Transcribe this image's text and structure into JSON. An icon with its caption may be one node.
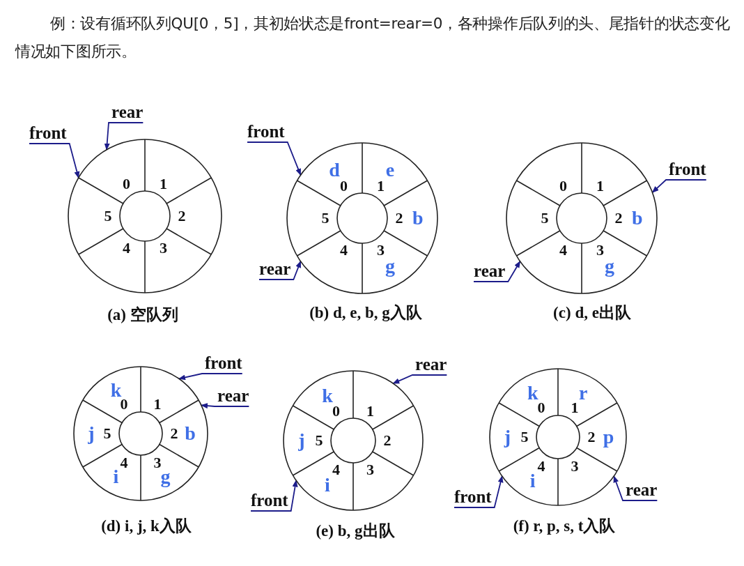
{
  "diagram": {
    "title": "例：设有循环队列QU[0，5]，其初始状态是front=rear=0，各种操作后队列的头、尾指针的状态变化情况如下图所示。",
    "nodes": [
      {
        "text": [
          "0",
          "1",
          "2",
          "3",
          "4",
          "5"
        ],
        "beside": [
          "(a) 空队列"
        ]
      },
      {
        "text": [
          "front"
        ]
      },
      {
        "text": [
          "rear"
        ]
      },
      {
        "text": [
          "0",
          "1",
          "2",
          "3",
          "4",
          "5",
          "d",
          "e",
          "b",
          "g"
        ],
        "beside": [
          "(b) d, e, b, g入队"
        ]
      },
      {
        "text": [
          "front"
        ]
      },
      {
        "text": [
          "rear"
        ]
      },
      {
        "text": [
          "0",
          "1",
          "2",
          "3",
          "4",
          "5",
          "b",
          "g"
        ],
        "beside": [
          "(c) d, e出队"
        ]
      },
      {
        "text": [
          "front"
        ]
      },
      {
        "text": [
          "rear"
        ]
      },
      {
        "text": [
          "0",
          "1",
          "2",
          "3",
          "4",
          "5",
          "k",
          "b",
          "g",
          "i",
          "j"
        ],
        "beside": [
          "(d) i, j, k入队"
        ]
      },
      {
        "text": [
          "front"
        ]
      },
      {
        "text": [
          "rear"
        ]
      },
      {
        "text": [
          "0",
          "1",
          "2",
          "3",
          "4",
          "5",
          "k",
          "i",
          "j"
        ],
        "beside": [
          "(e) b, g出队"
        ]
      },
      {
        "text": [
          "front"
        ]
      },
      {
        "text": [
          "rear"
        ]
      },
      {
        "text": [
          "0",
          "1",
          "2",
          "3",
          "4",
          "5",
          "k",
          "r",
          "p",
          "i",
          "j"
        ],
        "beside": [
          "(f) r, p, s, t入队"
        ]
      },
      {
        "text": [
          "front"
        ]
      },
      {
        "text": [
          "rear"
        ]
      }
    ],
    "edges": [
      {
        "from": 1,
        "to": 0,
        "arrow": "to"
      },
      {
        "from": 2,
        "to": 0,
        "arrow": "to"
      },
      {
        "from": 4,
        "to": 3,
        "arrow": "to"
      },
      {
        "from": 5,
        "to": 3,
        "arrow": "to"
      },
      {
        "from": 7,
        "to": 6,
        "arrow": "to"
      },
      {
        "from": 8,
        "to": 6,
        "arrow": "to"
      },
      {
        "from": 10,
        "to": 9,
        "arrow": "to"
      },
      {
        "from": 11,
        "to": 9,
        "arrow": "to"
      },
      {
        "from": 13,
        "to": 12,
        "arrow": "to"
      },
      {
        "from": 14,
        "to": 12,
        "arrow": "to"
      },
      {
        "from": 16,
        "to": 15,
        "arrow": "to"
      },
      {
        "from": 17,
        "to": 15,
        "arrow": "to"
      }
    ]
  }
}
